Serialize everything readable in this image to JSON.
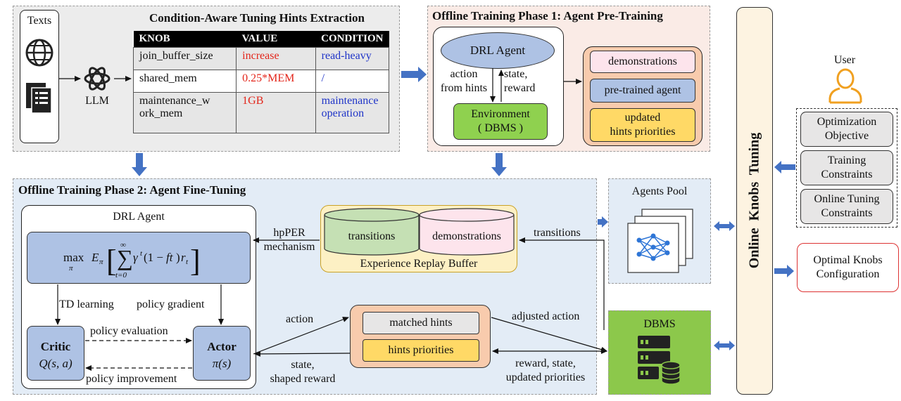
{
  "extraction": {
    "title": "Condition-Aware Tuning Hints Extraction",
    "texts_label": "Texts",
    "llm_label": "LLM",
    "table": {
      "headers": [
        "KNOB",
        "VALUE",
        "CONDITION"
      ],
      "rows": [
        {
          "knob": "join_buffer_size",
          "value": "increase",
          "condition": "read-heavy"
        },
        {
          "knob": "shared_mem",
          "value": "0.25*MEM",
          "condition": "/"
        },
        {
          "knob": "maintenance_w\nork_mem",
          "value": "1GB",
          "condition": "maintenance\noperation"
        }
      ]
    }
  },
  "phase1": {
    "title": "Offline Training Phase 1: Agent Pre-Training",
    "drl_agent": "DRL Agent",
    "action_label": "action\nfrom hints",
    "state_label": "state,\nreward",
    "environment": "Environment\n( DBMS )",
    "demonstrations": "demonstrations",
    "pretrained_agent": "pre-trained agent",
    "updated_priorities": "updated\nhints priorities"
  },
  "phase2": {
    "title": "Offline Training Phase 2: Agent Fine-Tuning",
    "drl_agent": "DRL Agent",
    "td_learning": "TD learning",
    "policy_gradient": "policy gradient",
    "critic_name": "Critic",
    "actor_name": "Actor",
    "policy_evaluation": "policy evaluation",
    "policy_improvement": "policy improvement",
    "hpper": "hpPER\nmechanism",
    "buffer_transitions": "transitions",
    "buffer_demonstrations": "demonstrations",
    "buffer_label": "Experience Replay Buffer",
    "transitions_arrow": "transitions",
    "action_label": "action",
    "state_label": "state,\nshaped reward",
    "matched_hints": "matched hints",
    "hints_priorities": "hints priorities",
    "adjusted_action": "adjusted action",
    "reward_label": "reward, state,\nupdated priorities"
  },
  "agents_pool": {
    "title": "Agents Pool"
  },
  "dbms": {
    "title": "DBMS"
  },
  "online": {
    "title": "Online  Knobs  Tuning"
  },
  "user": {
    "label": "User",
    "items": [
      "Optimization\nObjective",
      "Training\nConstraints",
      "Online Tuning\nConstraints"
    ]
  },
  "output": {
    "label": "Optimal Knobs\nConfiguration"
  },
  "colors": {
    "phase1_bg": "#faebe6",
    "phase2_bg": "#e3ecf6",
    "drl_blue": "#aec2e4",
    "env_green": "#8fd14f",
    "orange": "#f8cbad",
    "pink": "#fde4ec",
    "yellow": "#ffd966",
    "dbms_green": "#8cc84b",
    "online_bg": "#fdf3e1",
    "arrow_blue": "#4472c4"
  }
}
